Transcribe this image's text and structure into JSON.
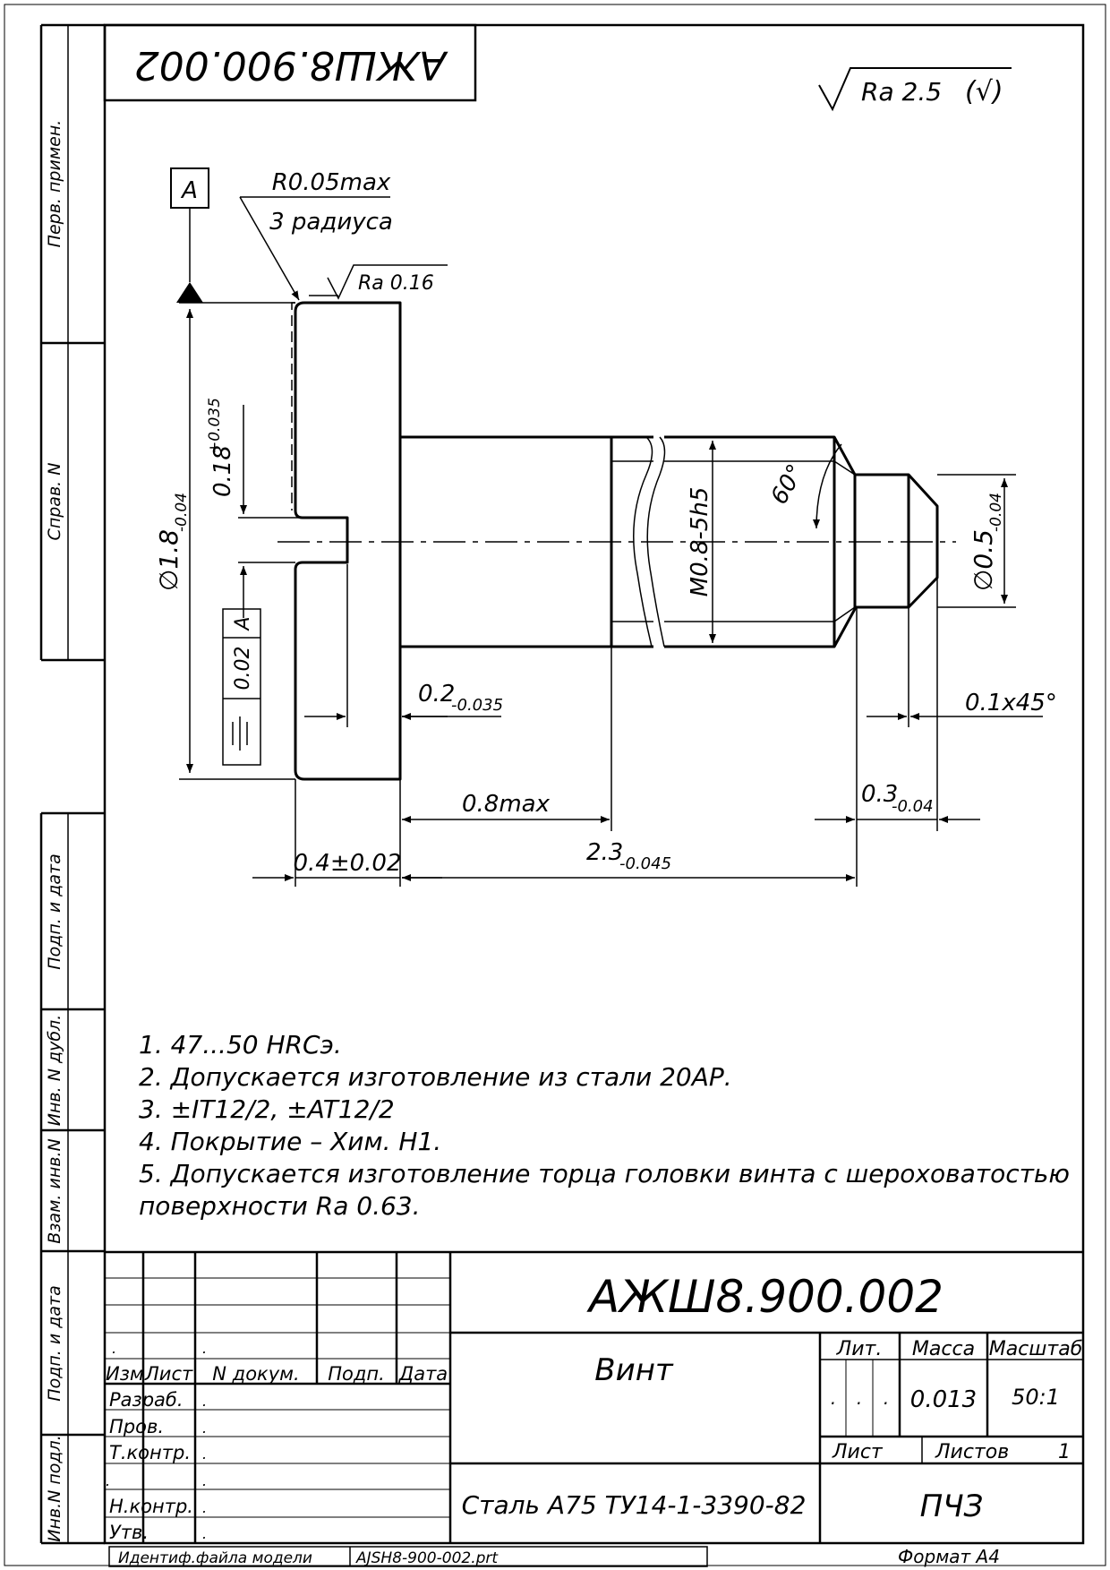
{
  "drawing": {
    "code": "АЖШ8.900.002",
    "name": "Винт",
    "material": "Сталь А75 ТУ14-1-3390-82",
    "organization": "ПЧЗ",
    "mass": "0.013",
    "scale": "50:1",
    "sheets_count": "1",
    "format": "Формат А4",
    "model_file_label": "Идентиф.файла модели",
    "model_file": "AJSH8-900-002.prt",
    "roughness_general": "Ra 2.5",
    "roughness_general_suffix": "(√)"
  },
  "side_columns": {
    "first_use": "Перв. примен.",
    "ref_no": "Справ. N",
    "sign_date_1": "Подп. и дата",
    "inv_dup": "Инв. N дубл.",
    "interchange_inv": "Взам. инв.N",
    "sign_date_2": "Подп. и дата",
    "inv_orig": "Инв.N подл."
  },
  "title_block": {
    "headers": {
      "change": "Изм",
      "sheet": "Лист",
      "doc_no": "N докум.",
      "sign": "Подп.",
      "date": "Дата"
    },
    "roles": [
      "Разраб.",
      "Пров.",
      "Т.контр.",
      "",
      "Н.контр.",
      "Утв."
    ],
    "dot": ".",
    "lit_label": "Лит.",
    "mass_label": "Масса",
    "scale_label": "Масштаб",
    "sheet_label": "Лист",
    "sheets_label": "Листов"
  },
  "annotations": {
    "datum": "A",
    "radius_top": "R0.05max",
    "radius_bottom": "3 радиуса",
    "roughness_local": "Ra 0.16",
    "dia_head": "∅1.8",
    "dia_head_tol": "-0.04",
    "slot_depth": "0.18",
    "slot_depth_tol": "+0.035",
    "tolerance_value": "0.02",
    "tolerance_datum": "A",
    "slot_width": "0.2",
    "slot_width_tol": "-0.035",
    "thread": "M0.8-5h5",
    "angle": "60°",
    "dia_tip": "∅0.5",
    "dia_tip_tol": "-0.04",
    "chamfer": "0.1x45°",
    "len_max": "0.8max",
    "tip_len": "0.3",
    "tip_len_tol": "-0.04",
    "head_len": "0.4±0.02",
    "total_len": "2.3",
    "total_len_tol": "-0.045"
  },
  "notes": [
    "1.  47...50  HRCэ.",
    "2.  Допускается  изготовление  из  стали  20АР.",
    "3.  ±IT12/2,  ±AT12/2",
    "4.  Покрытие  –  Хим.  Н1.",
    "5.  Допускается  изготовление  торца  головки  винта  с  шероховатостью",
    "     поверхности  Ra  0.63."
  ]
}
